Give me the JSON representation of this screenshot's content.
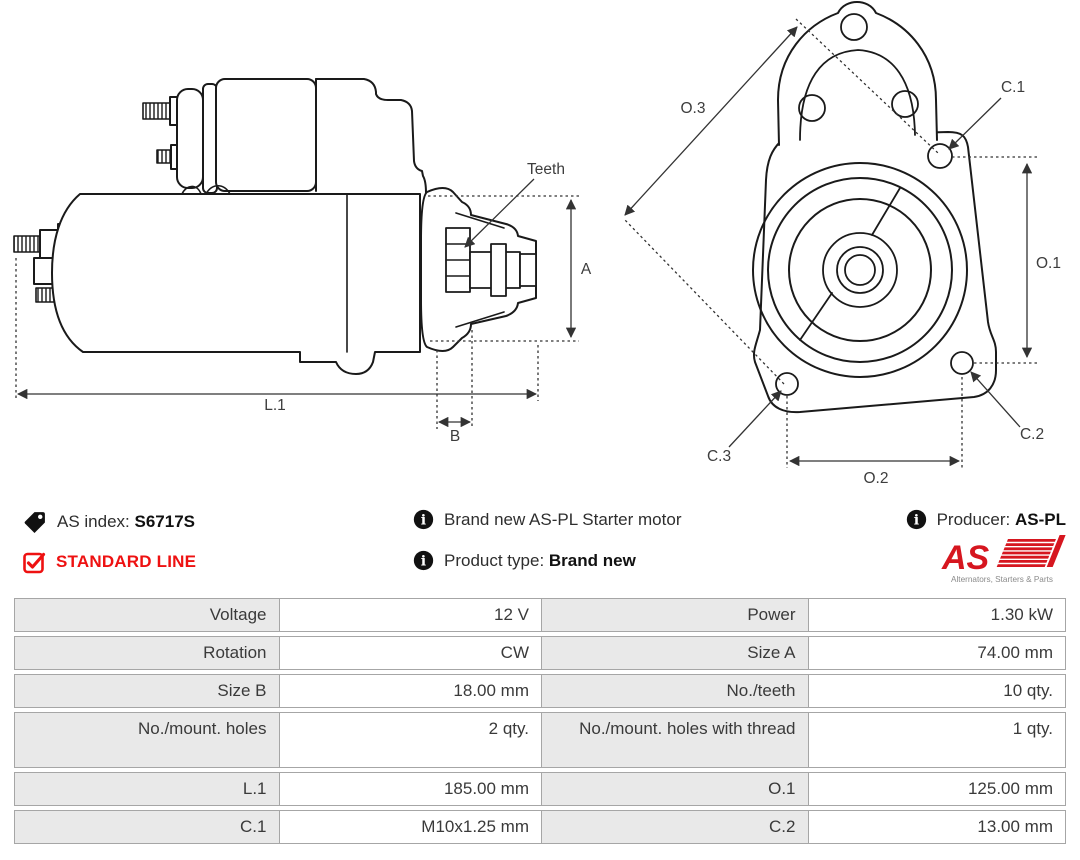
{
  "product_info": {
    "as_index": {
      "label": "AS index:",
      "value": "S6717S"
    },
    "line_badge": "STANDARD LINE",
    "description": "Brand new AS-PL Starter motor",
    "product_type": {
      "label": "Product type:",
      "value": "Brand new"
    },
    "producer": {
      "label": "Producer:",
      "value": "AS-PL"
    },
    "logo": {
      "text": "AS",
      "tagline": "Alternators, Starters & Parts"
    }
  },
  "diagram_labels": {
    "teeth": "Teeth",
    "a": "A",
    "l1": "L.1",
    "b": "B",
    "o1": "O.1",
    "o2": "O.2",
    "o3": "O.3",
    "c1": "C.1",
    "c2": "C.2",
    "c3": "C.3"
  },
  "spec_table": {
    "rows": [
      [
        "Voltage",
        "12 V",
        "Power",
        "1.30 kW"
      ],
      [
        "Rotation",
        "CW",
        "Size A",
        "74.00 mm"
      ],
      [
        "Size B",
        "18.00 mm",
        "No./teeth",
        "10 qty."
      ],
      [
        "No./mount. holes",
        "2 qty.",
        "No./mount. holes with thread",
        "1 qty."
      ],
      [
        "L.1",
        "185.00 mm",
        "O.1",
        "125.00 mm"
      ],
      [
        "C.1",
        "M10x1.25 mm",
        "C.2",
        "13.00 mm"
      ]
    ]
  },
  "colors": {
    "accent_red": "#ee1111",
    "label_cell_bg": "#e9e9e9",
    "table_border": "#a6a6a6",
    "drawing_ink": "#1a1a1a"
  }
}
